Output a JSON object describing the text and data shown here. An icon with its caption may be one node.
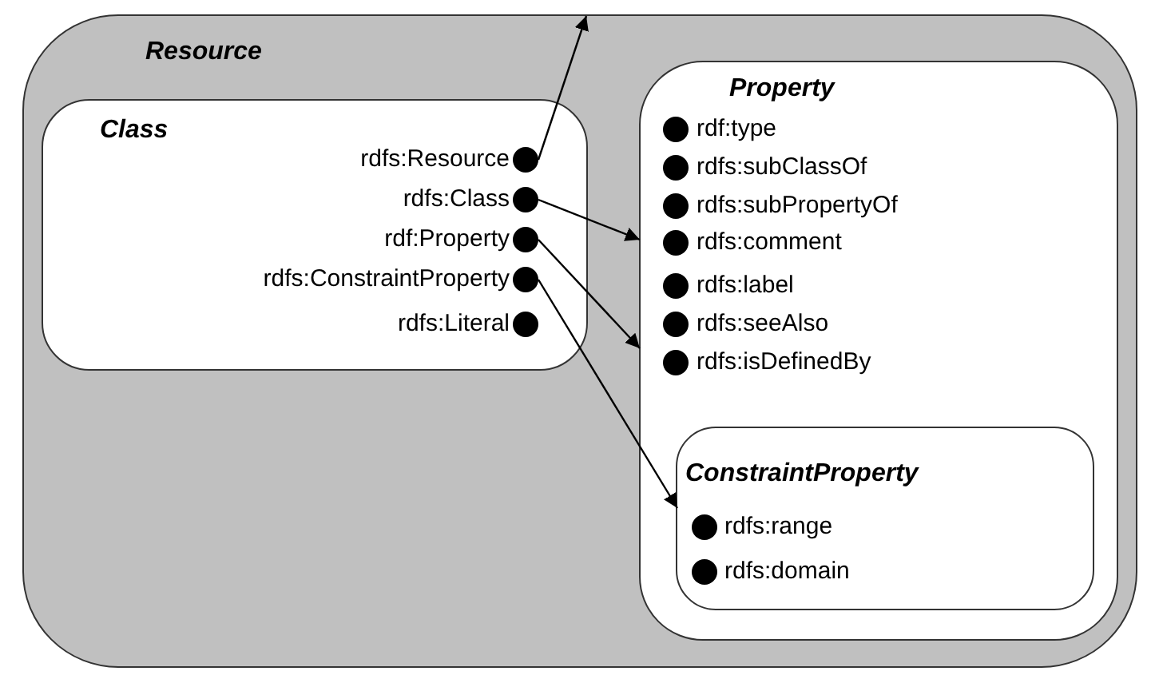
{
  "diagram": {
    "nodes": [
      {
        "text": [
          "Resource"
        ]
      },
      {
        "text": [
          "Class"
        ],
        "in": 0
      },
      {
        "text": [
          "rdfs:Resource"
        ],
        "in": 1
      },
      {
        "text": [
          "rdfs:Class"
        ],
        "in": 1
      },
      {
        "text": [
          "rdf:Property"
        ],
        "in": 1
      },
      {
        "text": [
          "rdfs:ConstraintProperty"
        ],
        "in": 1
      },
      {
        "text": [
          "rdfs:Literal"
        ],
        "in": 1
      },
      {
        "text": [
          "Property"
        ],
        "in": 0
      },
      {
        "text": [
          "rdf:type"
        ],
        "in": 7
      },
      {
        "text": [
          "rdfs:subClassOf"
        ],
        "in": 7
      },
      {
        "text": [
          "rdfs:subPropertyOf"
        ],
        "in": 7
      },
      {
        "text": [
          "rdfs:comment"
        ],
        "in": 7
      },
      {
        "text": [
          "rdfs:label"
        ],
        "in": 7
      },
      {
        "text": [
          "rdfs:seeAlso"
        ],
        "in": 7
      },
      {
        "text": [
          "rdfs:isDefinedBy"
        ],
        "in": 7
      },
      {
        "text": [
          "ConstraintProperty"
        ],
        "in": 7
      },
      {
        "text": [
          "rdfs:range"
        ],
        "in": 15
      },
      {
        "text": [
          "rdfs:domain"
        ],
        "in": 15
      }
    ],
    "edges": [
      {
        "from": 2,
        "to": 0,
        "arrow": "to"
      },
      {
        "from": 3,
        "to": 7,
        "arrow": "to"
      },
      {
        "from": 4,
        "to": 7,
        "arrow": "to"
      },
      {
        "from": 5,
        "to": 15,
        "arrow": "to"
      }
    ]
  }
}
